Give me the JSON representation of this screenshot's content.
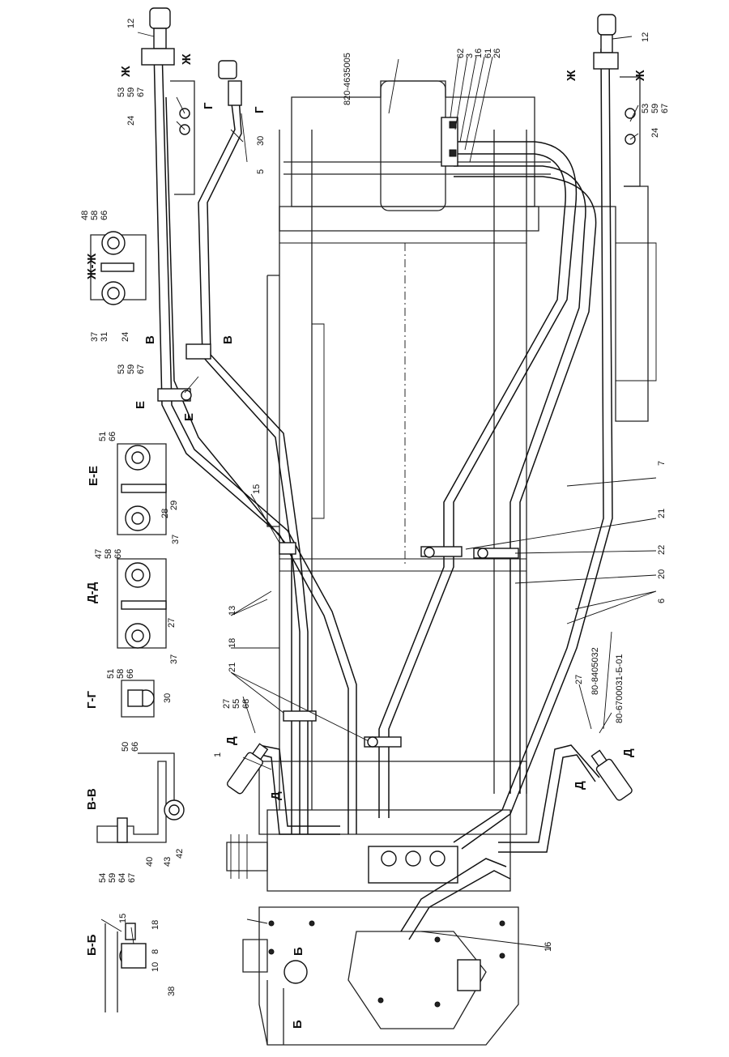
{
  "drawing_number": "820-4635005",
  "callouts": {
    "n1": "1",
    "n3": "3",
    "n5": "5",
    "n6": "6",
    "n7": "7",
    "n12a": "12",
    "n12b": "12",
    "n13": "13",
    "n15": "15",
    "n16a": "16",
    "n16b": "16",
    "n18": "18",
    "n20": "20",
    "n21a": "21",
    "n21b": "21",
    "n22": "22",
    "n24a": "24",
    "n24b": "24",
    "n26": "26",
    "n27a": "27",
    "n27b": "27",
    "n30": "30",
    "n53a": "53",
    "n53b": "53",
    "n53c": "53",
    "n59a": "59",
    "n59b": "59",
    "n59c": "59",
    "n67a": "67",
    "n67b": "67",
    "n67c": "67",
    "n55": "55",
    "n68": "68",
    "n61": "61",
    "n62": "62",
    "part_a": "80-8405032",
    "part_b": "80-6700031-Б-01"
  },
  "cut_marks": {
    "zh": "Ж",
    "g": "Г",
    "v": "В",
    "e": "Е",
    "d": "Д",
    "b": "Б"
  },
  "sections": {
    "zhzh": {
      "title": "Ж-Ж",
      "labels": [
        "48",
        "58",
        "66",
        "37",
        "31",
        "24"
      ]
    },
    "ee": {
      "title": "Е-Е",
      "labels": [
        "51",
        "66",
        "29",
        "28",
        "37"
      ]
    },
    "dd": {
      "title": "Д-Д",
      "labels": [
        "47",
        "58",
        "66",
        "27",
        "37"
      ]
    },
    "gg": {
      "title": "Г-Г",
      "labels": [
        "51",
        "58",
        "66",
        "30"
      ]
    },
    "vv": {
      "title": "В-В",
      "labels": [
        "50",
        "66",
        "54",
        "59",
        "64",
        "67",
        "40",
        "43",
        "42"
      ]
    },
    "bb": {
      "title": "Б-Б",
      "labels": [
        "15",
        "18",
        "8",
        "10",
        "38"
      ]
    }
  }
}
